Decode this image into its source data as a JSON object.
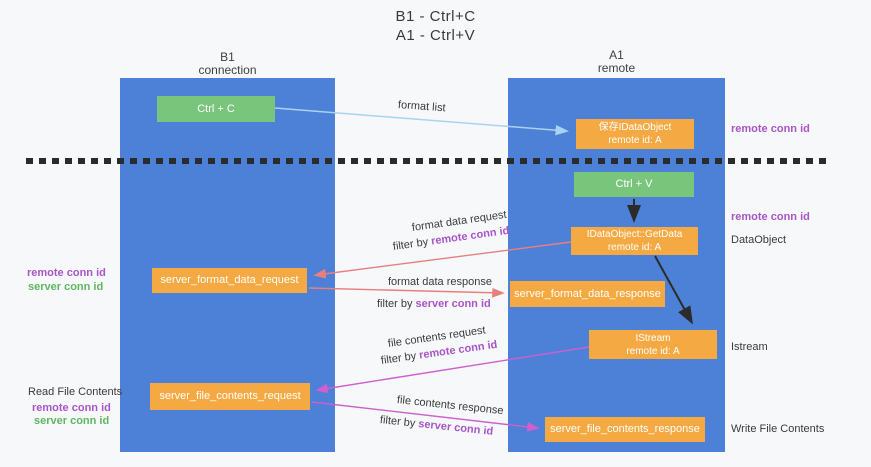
{
  "title": {
    "line1": "B1 - Ctrl+C",
    "line2": "A1 - Ctrl+V"
  },
  "columns": {
    "left": {
      "name": "B1",
      "subtitle": "connection"
    },
    "right": {
      "name": "A1",
      "subtitle": "remote"
    }
  },
  "nodes": {
    "ctrl_c": {
      "label": "Ctrl + C"
    },
    "save_dataobject": {
      "line1": "保存IDataObject",
      "line2": "remote id: A"
    },
    "ctrl_v": {
      "label": "Ctrl + V"
    },
    "getdata": {
      "line1": "IDataObject::GetData",
      "line2": "remote id: A"
    },
    "istream": {
      "line1": "IStream",
      "line2": "remote id: A"
    },
    "server_format_data_request": {
      "label": "server_format_data_request"
    },
    "server_format_data_response": {
      "label": "server_format_data_response"
    },
    "server_file_contents_request": {
      "label": "server_file_contents_request"
    },
    "server_file_contents_response": {
      "label": "server_file_contents_response"
    }
  },
  "flow_labels": {
    "format_list": "format list",
    "format_data_request": "format data request",
    "format_data_response": "format data response",
    "file_contents_request": "file contents request",
    "file_contents_response": "file contents response",
    "filter_by": "filter by",
    "remote_conn_id": "remote conn id",
    "server_conn_id": "server conn id"
  },
  "side_labels": {
    "right": {
      "remote_conn_id_top": "remote conn id",
      "remote_conn_id_mid": "remote conn id",
      "dataobject": "DataObject",
      "istream": "Istream",
      "write_file_contents": "Write File Contents"
    },
    "left": {
      "remote_conn_id_mid": "remote conn id",
      "server_conn_id_mid": "server conn id",
      "read_file_contents": "Read File Contents",
      "remote_conn_id_bottom": "remote conn id",
      "server_conn_id_bottom": "server conn id"
    }
  },
  "colors": {
    "column_blue": "#4d81d7",
    "box_orange": "#f5a942",
    "box_green": "#7ac57c",
    "arrow_lightblue": "#a9d3f0",
    "arrow_salmon": "#e87f7f",
    "arrow_magenta": "#cd5fce",
    "arrow_black": "#2b2b2b",
    "label_purple": "#a855c8",
    "label_green": "#5fb760",
    "text_dark": "#3a3a3a",
    "background": "#f7f8fa"
  }
}
